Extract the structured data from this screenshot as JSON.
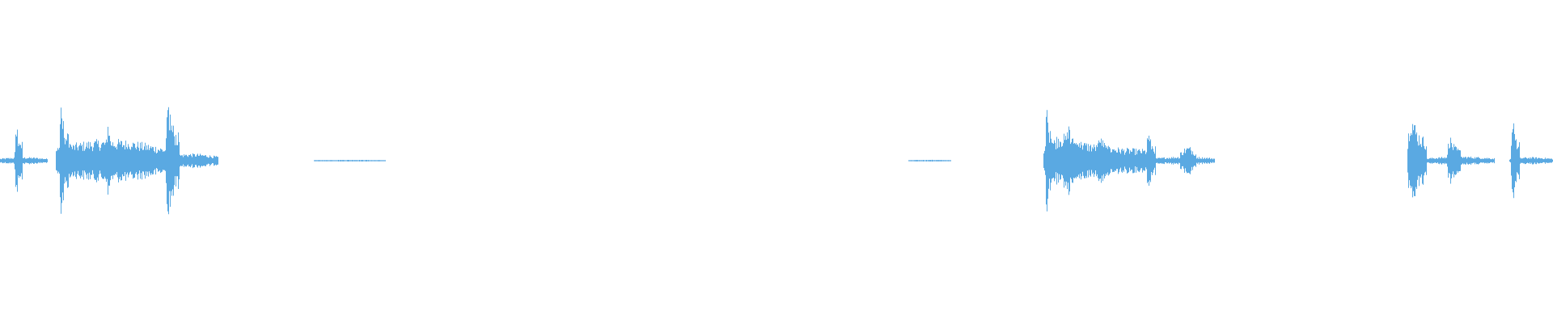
{
  "waveform": {
    "color": "#5aa9e2",
    "background": "#ffffff",
    "segments": [
      {
        "start": 0.0,
        "end": 0.03,
        "amplitude": 0.05
      },
      {
        "start": 0.0095,
        "end": 0.014,
        "amplitude": 0.72
      },
      {
        "start": 0.036,
        "end": 0.106,
        "amplitude": 0.3
      },
      {
        "start": 0.038,
        "end": 0.046,
        "amplitude": 0.8
      },
      {
        "start": 0.068,
        "end": 0.074,
        "amplitude": 0.5
      },
      {
        "start": 0.08,
        "end": 0.092,
        "amplitude": 0.22
      },
      {
        "start": 0.106,
        "end": 0.14,
        "amplitude": 0.1
      },
      {
        "start": 0.107,
        "end": 0.115,
        "amplitude": 0.95
      },
      {
        "start": 0.202,
        "end": 0.248,
        "amplitude": 0.012
      },
      {
        "start": 0.585,
        "end": 0.612,
        "amplitude": 0.012
      },
      {
        "start": 0.672,
        "end": 0.74,
        "amplitude": 0.4
      },
      {
        "start": 0.673,
        "end": 0.678,
        "amplitude": 0.8
      },
      {
        "start": 0.686,
        "end": 0.698,
        "amplitude": 0.55
      },
      {
        "start": 0.705,
        "end": 0.718,
        "amplitude": 0.42
      },
      {
        "start": 0.738,
        "end": 0.744,
        "amplitude": 0.5
      },
      {
        "start": 0.744,
        "end": 0.782,
        "amplitude": 0.06
      },
      {
        "start": 0.76,
        "end": 0.77,
        "amplitude": 0.2
      },
      {
        "start": 0.906,
        "end": 0.918,
        "amplitude": 0.8
      },
      {
        "start": 0.918,
        "end": 0.962,
        "amplitude": 0.06
      },
      {
        "start": 0.932,
        "end": 0.94,
        "amplitude": 0.4
      },
      {
        "start": 0.972,
        "end": 1.0,
        "amplitude": 0.05
      },
      {
        "start": 0.973,
        "end": 0.978,
        "amplitude": 0.7
      }
    ]
  }
}
